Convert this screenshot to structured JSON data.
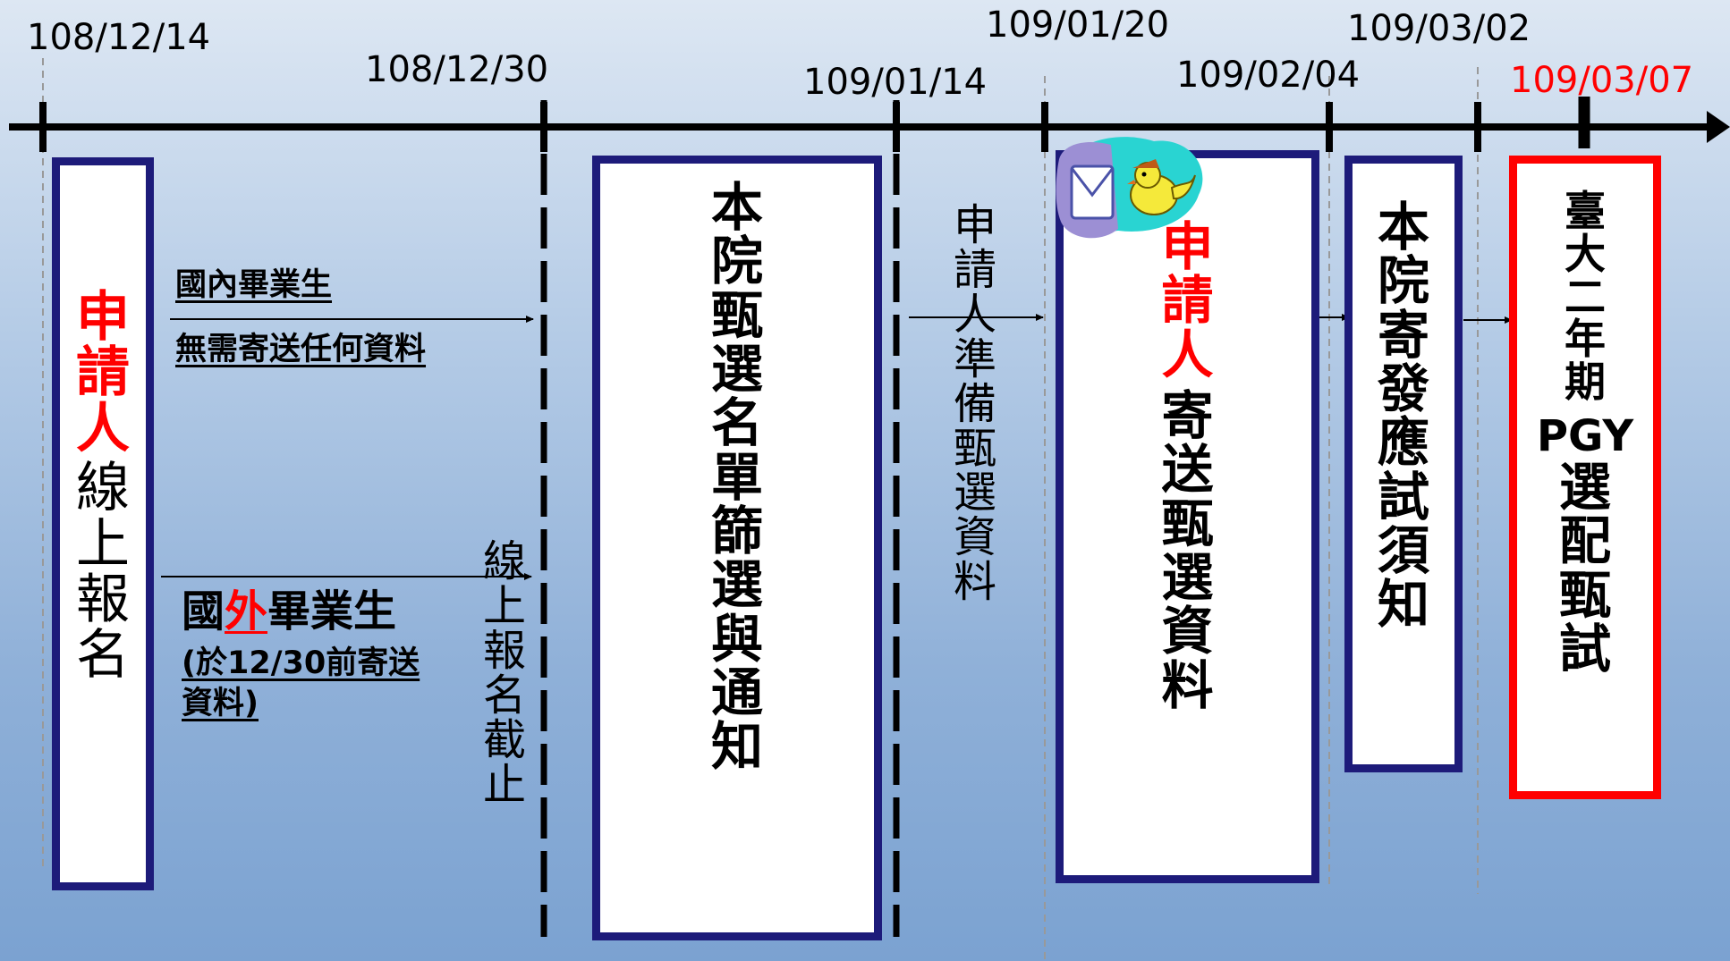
{
  "dates": {
    "d1": "108/12/14",
    "d2": "108/12/30",
    "d3": "109/01/14",
    "d4": "109/01/20",
    "d5": "109/02/04",
    "d6": "109/03/02",
    "d7": "109/03/07"
  },
  "box1": {
    "highlight": "申請人",
    "rest": "線上報名"
  },
  "domestic": {
    "line1": "國內畢業生",
    "line2": "無需寄送任何資料"
  },
  "foreign": {
    "part1": "國",
    "highlight": "外",
    "part2": "畢業生",
    "note1": "(於12/30前寄送",
    "note2": "資料)"
  },
  "deadline": "線上報名截止",
  "box2": "本院甄選名單篩選與通知",
  "prep": "申請人準備甄選資料",
  "box3": {
    "highlight": "申請人",
    "rest": "寄送甄選資料"
  },
  "box4": "本院寄發應試須知",
  "box5": {
    "part1": "臺大二年期",
    "latin": "PGY",
    "part2": "選配甄試"
  },
  "colors": {
    "navy": "#1d1b7a",
    "red": "#ff0000",
    "black": "#000000"
  },
  "icons": {
    "mail": "mail-bird-icon"
  }
}
